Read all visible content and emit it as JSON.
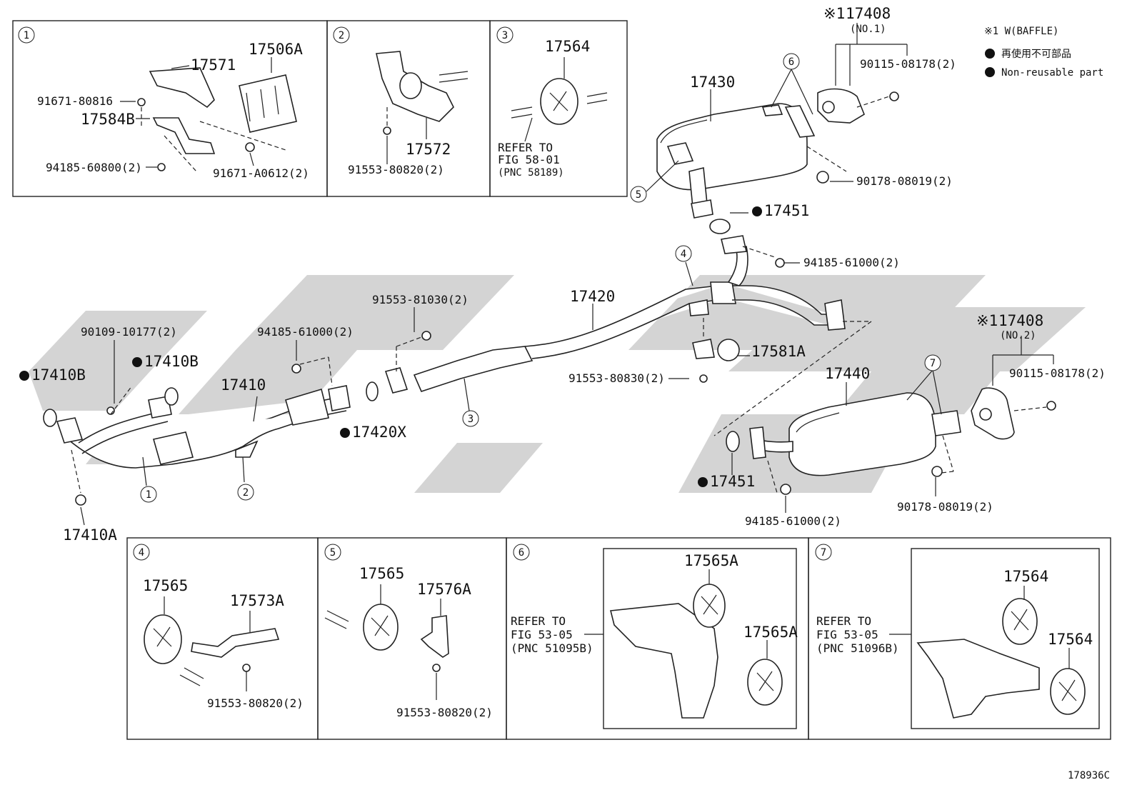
{
  "diagram_id": "178936C",
  "legend": {
    "note": "※1 W(BAFFLE)",
    "jp": "再使用不可部品",
    "en": "Non-reusable part"
  },
  "callouts": [
    "1",
    "2",
    "3",
    "4",
    "5",
    "6",
    "7"
  ],
  "panel1": {
    "p17571": "17571",
    "p17506A": "17506A",
    "p91671_80816": "91671-80816",
    "p17584B": "17584B",
    "p94185_60800": "94185-60800(2)",
    "p91671_A0612": "91671-A0612(2)"
  },
  "panel2": {
    "p17572": "17572",
    "p91553_80820": "91553-80820(2)"
  },
  "panel3": {
    "p17564": "17564",
    "ref1": "REFER TO",
    "ref2": "FIG 58-01",
    "ref3": "(PNC 58189)"
  },
  "panel4": {
    "p17565": "17565",
    "p17573A": "17573A",
    "p91553_80820": "91553-80820(2)"
  },
  "panel5": {
    "p17565": "17565",
    "p17576A": "17576A",
    "p91553_80820": "91553-80820(2)"
  },
  "panel6": {
    "ref1": "REFER TO",
    "ref2": "FIG 53-05",
    "ref3": "(PNC 51095B)",
    "p17565A_a": "17565A",
    "p17565A_b": "17565A"
  },
  "panel7": {
    "ref1": "REFER TO",
    "ref2": "FIG 53-05",
    "ref3": "(PNC 51096B)",
    "p17564_a": "17564",
    "p17564_b": "17564"
  },
  "main": {
    "p17408_no1_mark": "※1",
    "p17408_no1": "17408",
    "no1": "(NO.1)",
    "p90115_a": "90115-08178(2)",
    "p17430": "17430",
    "p90178_a": "90178-08019(2)",
    "p17451_top": "17451",
    "p94185_61000_top": "94185-61000(2)",
    "p17420": "17420",
    "p91553_81030": "91553-81030(2)",
    "p17581A": "17581A",
    "p91553_80830": "91553-80830(2)",
    "p17408_no2_mark": "※1",
    "p17408_no2": "17408",
    "no2": "(NO.2)",
    "p90115_b": "90115-08178(2)",
    "p17440": "17440",
    "p17451_bottom": "17451",
    "p94185_61000_bottom": "94185-61000(2)",
    "p90178_b": "90178-08019(2)",
    "p90109": "90109-10177(2)",
    "p94185_61000_mid": "94185-61000(2)",
    "p17410B_a": "17410B",
    "p17410B_b": "17410B",
    "p17410": "17410",
    "p17420X": "17420X",
    "p17410A": "17410A"
  }
}
